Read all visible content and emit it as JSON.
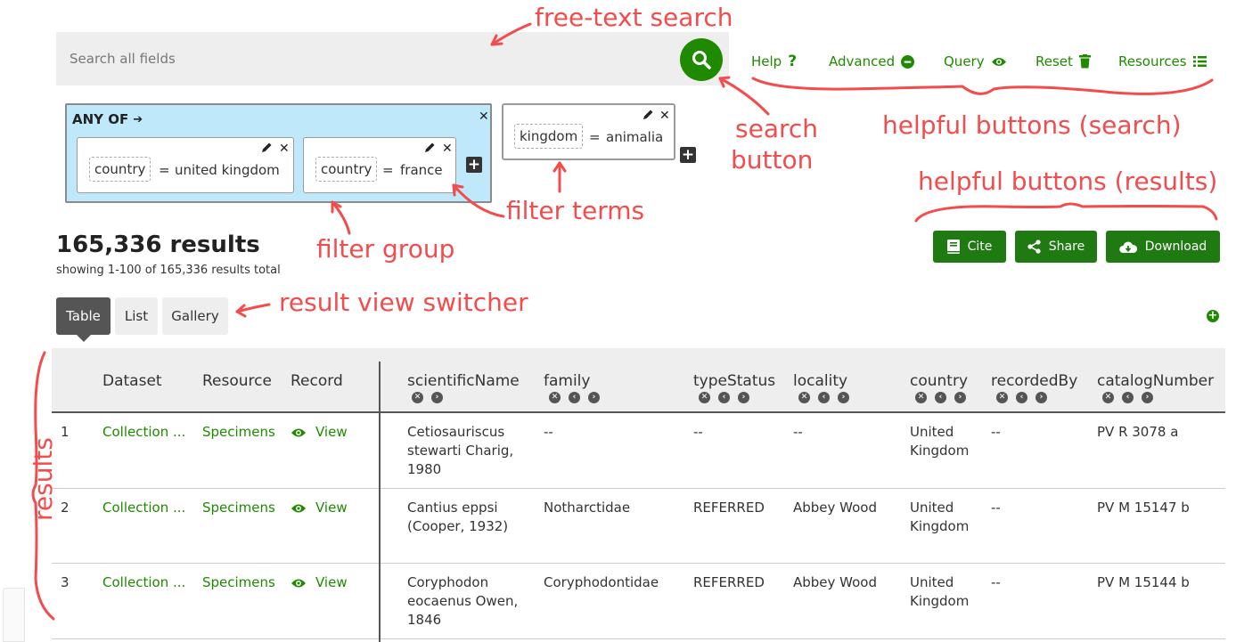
{
  "search": {
    "placeholder": "Search all fields"
  },
  "toolbar": [
    {
      "label": "Help",
      "icon": "question-icon"
    },
    {
      "label": "Advanced",
      "icon": "minus-circle-icon"
    },
    {
      "label": "Query",
      "icon": "eye-icon"
    },
    {
      "label": "Reset",
      "icon": "trash-icon"
    },
    {
      "label": "Resources",
      "icon": "list-icon"
    }
  ],
  "filter_group": {
    "title": "ANY OF",
    "terms": [
      {
        "field": "country",
        "op": "=",
        "value": "united kingdom"
      },
      {
        "field": "country",
        "op": "=",
        "value": "france"
      }
    ]
  },
  "filter_single": {
    "field": "kingdom",
    "op": "=",
    "value": "animalia"
  },
  "results": {
    "count": "165,336 results",
    "summary": "showing 1-100 of 165,336 results total"
  },
  "actions": [
    {
      "label": "Cite",
      "icon": "book-icon"
    },
    {
      "label": "Share",
      "icon": "share-icon"
    },
    {
      "label": "Download",
      "icon": "cloud-download-icon"
    }
  ],
  "views": [
    {
      "label": "Table",
      "active": true
    },
    {
      "label": "List",
      "active": false
    },
    {
      "label": "Gallery",
      "active": false
    }
  ],
  "table": {
    "fixed_columns": [
      "Dataset",
      "Resource",
      "Record"
    ],
    "columns": [
      "scientificName",
      "family",
      "typeStatus",
      "locality",
      "country",
      "recordedBy",
      "catalogNumber"
    ],
    "rows": [
      {
        "n": "1",
        "dataset": "Collection ...",
        "resource": "Specimens",
        "record": "View",
        "scientificName": [
          "Cetiosauriscus",
          "stewarti Charig,",
          "1980"
        ],
        "family": "--",
        "typeStatus": "--",
        "locality": "--",
        "country": [
          "United",
          "Kingdom"
        ],
        "recordedBy": "--",
        "catalogNumber": "PV R 3078 a"
      },
      {
        "n": "2",
        "dataset": "Collection ...",
        "resource": "Specimens",
        "record": "View",
        "scientificName": [
          "Cantius eppsi",
          "(Cooper, 1932)"
        ],
        "family": "Notharctidae",
        "typeStatus": "REFERRED",
        "locality": "Abbey Wood",
        "country": [
          "United",
          "Kingdom"
        ],
        "recordedBy": "--",
        "catalogNumber": "PV M 15147 b"
      },
      {
        "n": "3",
        "dataset": "Collection ...",
        "resource": "Specimens",
        "record": "View",
        "scientificName": [
          "Coryphodon",
          "eocaenus Owen,",
          "1846"
        ],
        "family": "Coryphodontidae",
        "typeStatus": "REFERRED",
        "locality": "Abbey Wood",
        "country": [
          "United",
          "Kingdom"
        ],
        "recordedBy": "--",
        "catalogNumber": "PV M 15144 b"
      }
    ]
  },
  "annotations": {
    "free_text_search": "free-text search",
    "search_button": [
      "search",
      "button"
    ],
    "helpful_search": "helpful buttons (search)",
    "helpful_results": "helpful buttons (results)",
    "filter_terms": "filter terms",
    "filter_group": "filter group",
    "view_switcher": "result view switcher",
    "results": "results"
  },
  "colors": {
    "accent": "#1f8a00",
    "annotation": "#f24c4c",
    "filter_group_bg": "#bfe9fb"
  }
}
